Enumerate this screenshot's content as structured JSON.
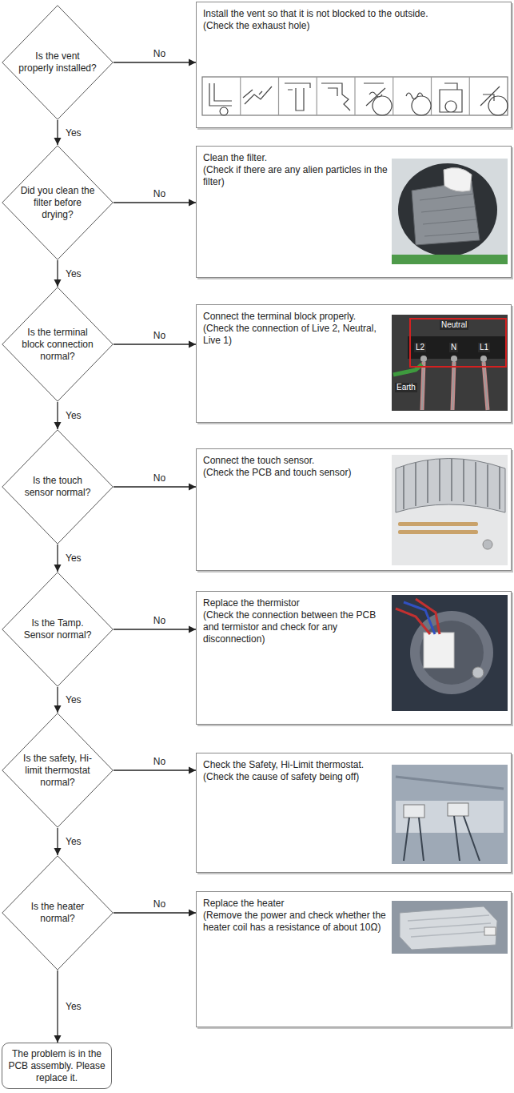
{
  "diagram": {
    "nodes": [
      {
        "text": [
          "Is the vent properly installed?"
        ]
      },
      {
        "text": [
          "Install the vent so that it is not blocked to the outside.",
          "(Check the exhaust hole)"
        ]
      },
      {
        "text": [
          "Did you clean the filter before drying?"
        ]
      },
      {
        "text": [
          "Clean the filter.",
          "(Check if there are any alien particles in the filter)"
        ]
      },
      {
        "text": [
          "Is the terminal block connection normal?"
        ]
      },
      {
        "text": [
          "Connect the terminal block properly.",
          "(Check the connection of Live 2, Neutral, Live 1)"
        ]
      },
      {
        "text": [
          "Is the touch sensor normal?"
        ]
      },
      {
        "text": [
          "Connect the touch sensor.",
          "(Check the PCB and touch sensor)"
        ]
      },
      {
        "text": [
          "Is the Tamp. Sensor normal?"
        ]
      },
      {
        "text": [
          "Replace the thermistor",
          "(Check the connection between the PCB and termistor and check for any disconnection)"
        ]
      },
      {
        "text": [
          "Is the safety, Hi-limit thermostat normal?"
        ]
      },
      {
        "text": [
          "Check the Safety, Hi-Limit thermostat.",
          "(Check the cause of safety being off)"
        ]
      },
      {
        "text": [
          "Is the heater normal?"
        ]
      },
      {
        "text": [
          "Replace the heater",
          "(Remove the power and check whether the heater coil has a resistance of about 10Ω)"
        ]
      },
      {
        "text": [
          "The problem is in the PCB assembly. Please replace it."
        ]
      }
    ],
    "edges": [
      {
        "from": 0,
        "to": 1,
        "arrow": "to",
        "label": "No"
      },
      {
        "from": 0,
        "to": 2,
        "arrow": "to",
        "label": "Yes"
      },
      {
        "from": 2,
        "to": 3,
        "arrow": "to",
        "label": "No"
      },
      {
        "from": 2,
        "to": 4,
        "arrow": "to",
        "label": "Yes"
      },
      {
        "from": 4,
        "to": 5,
        "arrow": "to",
        "label": "No"
      },
      {
        "from": 4,
        "to": 6,
        "arrow": "to",
        "label": "Yes"
      },
      {
        "from": 6,
        "to": 7,
        "arrow": "to",
        "label": "No"
      },
      {
        "from": 6,
        "to": 8,
        "arrow": "to",
        "label": "Yes"
      },
      {
        "from": 8,
        "to": 9,
        "arrow": "to",
        "label": "No"
      },
      {
        "from": 8,
        "to": 10,
        "arrow": "to",
        "label": "Yes"
      },
      {
        "from": 10,
        "to": 11,
        "arrow": "to",
        "label": "No"
      },
      {
        "from": 10,
        "to": 12,
        "arrow": "to",
        "label": "Yes"
      },
      {
        "from": 12,
        "to": 13,
        "arrow": "to",
        "label": "No"
      },
      {
        "from": 12,
        "to": 14,
        "arrow": "to",
        "label": "Yes"
      }
    ],
    "labels": [
      "Neutral",
      "L2",
      "N",
      "L1",
      "Earth"
    ]
  }
}
